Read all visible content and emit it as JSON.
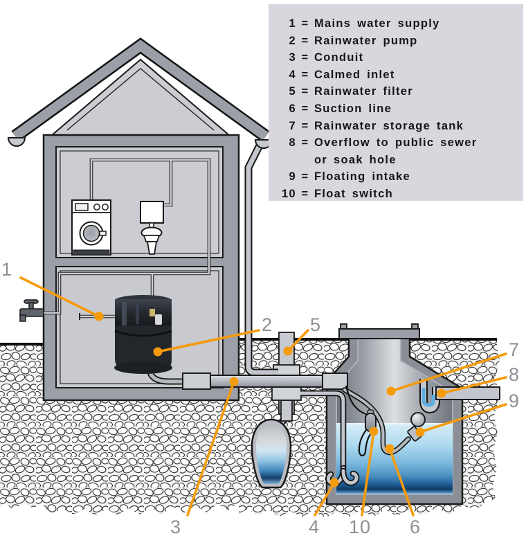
{
  "legend": {
    "eq": "=",
    "items": [
      {
        "num": "1",
        "label": "Mains water supply"
      },
      {
        "num": "2",
        "label": "Rainwater pump"
      },
      {
        "num": "3",
        "label": "Conduit"
      },
      {
        "num": "4",
        "label": "Calmed inlet"
      },
      {
        "num": "5",
        "label": "Rainwater filter"
      },
      {
        "num": "6",
        "label": "Suction line"
      },
      {
        "num": "7",
        "label": "Rainwater storage tank"
      },
      {
        "num": "8",
        "label": "Overflow to public sewer",
        "label2": "or soak hole"
      },
      {
        "num": "9",
        "label": "Floating intake"
      },
      {
        "num": "10",
        "label": "Float switch"
      }
    ]
  },
  "callouts": [
    "1",
    "2",
    "3",
    "4",
    "5",
    "6",
    "7",
    "8",
    "9",
    "10"
  ],
  "colors": {
    "accent_orange": "#F59B0C",
    "legend_bg": "#D9D6DE",
    "callout_gray": "#8B9095",
    "house_wall_gray": "#9BA0A8",
    "room_gray": "#CBCDD2",
    "tank_wall_gray": "#8A8E96",
    "water_blue": "#4187BC",
    "outline_black": "#1A1A1A"
  }
}
